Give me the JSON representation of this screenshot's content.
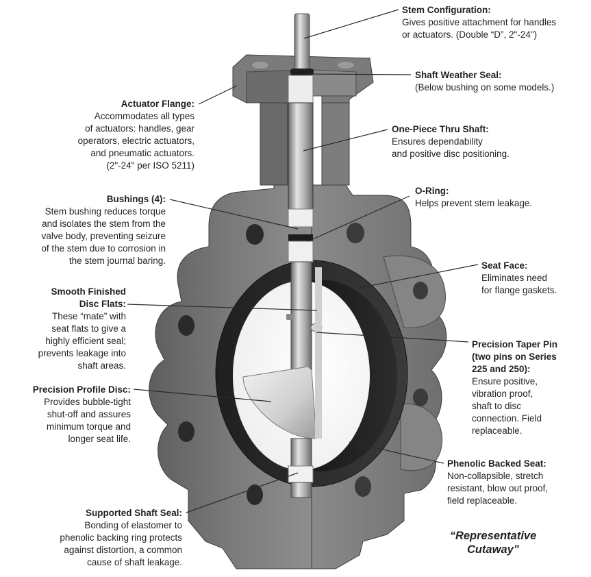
{
  "diagram": {
    "subject": "Butterfly valve cutaway",
    "caption": {
      "line1": "“Representative",
      "line2": "Cutaway”"
    },
    "callouts": {
      "stem_configuration": {
        "title": "Stem Configuration:",
        "lines": [
          "Gives positive attachment for handles",
          "or actuators. (Double “D”, 2\"-24\")"
        ]
      },
      "shaft_weather_seal": {
        "title": "Shaft Weather Seal:",
        "lines": [
          "(Below bushing on some models.)"
        ]
      },
      "actuator_flange": {
        "title": "Actuator Flange:",
        "lines": [
          "Accommodates all types",
          "of actuators: handles, gear",
          "operators, electric actuators,",
          "and pneumatic actuators.",
          "(2\"-24\" per ISO 5211)"
        ]
      },
      "one_piece_thru_shaft": {
        "title": "One-Piece Thru Shaft:",
        "lines": [
          "Ensures dependability",
          "and positive disc positioning."
        ]
      },
      "o_ring": {
        "title": "O-Ring:",
        "lines": [
          "Helps prevent stem leakage."
        ]
      },
      "bushings": {
        "title": "Bushings (4):",
        "lines": [
          "Stem bushing reduces torque",
          "and isolates the stem from the",
          "valve body, preventing seizure",
          "of the stem due to corrosion in",
          "the stem journal baring."
        ]
      },
      "seat_face": {
        "title": "Seat Face:",
        "lines": [
          "Eliminates need",
          "for flange gaskets."
        ]
      },
      "smooth_finished_disc_flats": {
        "title_lines": [
          "Smooth Finished",
          "Disc Flats:"
        ],
        "lines": [
          "These “mate” with",
          "seat flats to give a",
          "highly efficient seal;",
          "prevents leakage into",
          "shaft areas."
        ]
      },
      "precision_taper_pin": {
        "title_lines": [
          "Precision Taper Pin",
          "(two pins on Series",
          "225 and 250):"
        ],
        "lines": [
          "Ensure positive,",
          "vibration proof,",
          "shaft to disc",
          "connection. Field",
          "replaceable."
        ]
      },
      "precision_profile_disc": {
        "title": "Precision Profile Disc:",
        "lines": [
          "Provides bubble-tight",
          "shut-off and assures",
          "minimum torque and",
          "longer seat life."
        ]
      },
      "phenolic_backed_seat": {
        "title": "Phenolic Backed Seat:",
        "lines": [
          "Non-collapsible, stretch",
          "resistant, blow out proof,",
          "field replaceable."
        ]
      },
      "supported_shaft_seal": {
        "title": "Supported Shaft Seal:",
        "lines": [
          "Bonding of elastomer to",
          "phenolic backing ring protects",
          "against distortion, a common",
          "cause of shaft leakage."
        ]
      }
    }
  }
}
